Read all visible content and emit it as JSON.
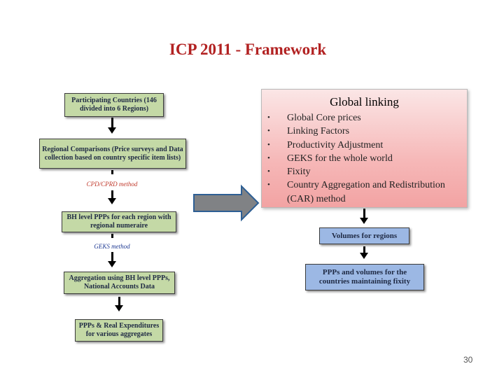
{
  "slide": {
    "title": "ICP 2011 - Framework",
    "page_number": "30"
  },
  "left_flow": {
    "box_participating": "Participating Countries (146 divided into 6 Regions)",
    "box_regional_comparisons": "Regional Comparisons (Price surveys and Data collection based on country specific item lists)",
    "method_cpd": "CPD/CPRD method",
    "box_bh_level": "BH level PPPs for each region with regional numeraire",
    "method_geks": "GEKS method",
    "box_aggregation": "Aggregation using BH level PPPs, National Accounts Data",
    "box_expenditures": "PPPs & Real Expenditures for various aggregates",
    "colors": {
      "box_fill": "#c4d9a6",
      "method_text": "#c0392b",
      "geks_text": "#1f3a93"
    }
  },
  "global_linking": {
    "heading": "Global linking",
    "items": [
      "Global Core prices",
      "Linking Factors",
      "Productivity Adjustment",
      "GEKS for the whole world",
      "Fixity",
      "Country Aggregation and Redistribution (CAR) method"
    ],
    "bullet": "•"
  },
  "right_flow": {
    "box_volumes": "Volumes for regions",
    "box_ppps_volumes": "PPPs and volumes for the countries maintaining fixity",
    "colors": {
      "box_fill": "#9cb8e4"
    }
  },
  "colors": {
    "title": "#b22222",
    "big_arrow": "#808285",
    "global_box": "#f4b0b0"
  }
}
